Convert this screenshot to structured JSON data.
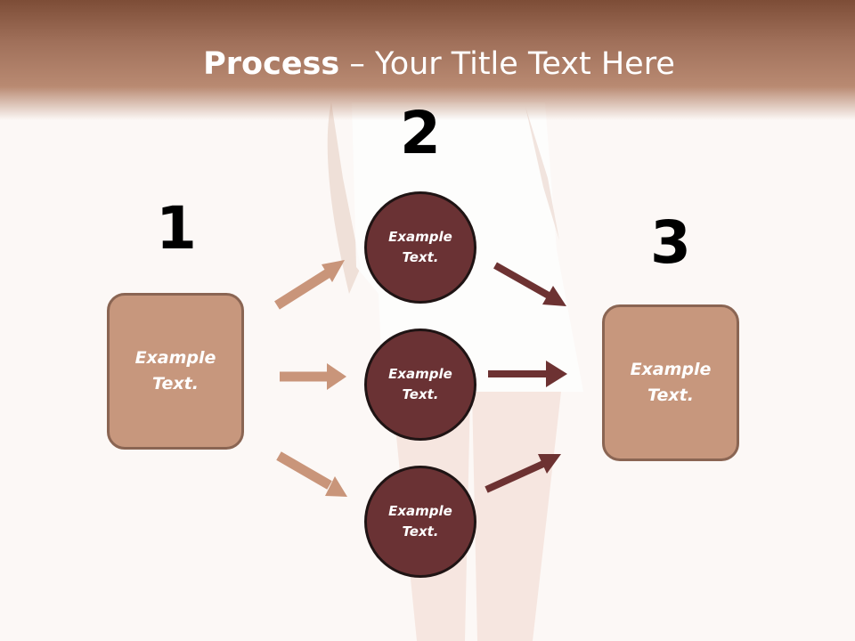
{
  "slide": {
    "title_bold": "Process",
    "title_rest": " – Your Title Text Here"
  },
  "steps": {
    "step1_number": "1",
    "step2_number": "2",
    "step3_number": "3"
  },
  "nodes": {
    "left_box": "Example\nText.",
    "circle_top": "Example\nText.",
    "circle_middle": "Example\nText.",
    "circle_bottom": "Example\nText.",
    "right_box": "Example\nText."
  },
  "colors": {
    "title_band": "#a0705a",
    "box_fill": "#c7977d",
    "box_border": "#8a6553",
    "circle_fill": "#6a3234",
    "circle_border": "#1f1414",
    "light_arrow": "#c9957a",
    "dark_arrow": "#6d3232"
  }
}
